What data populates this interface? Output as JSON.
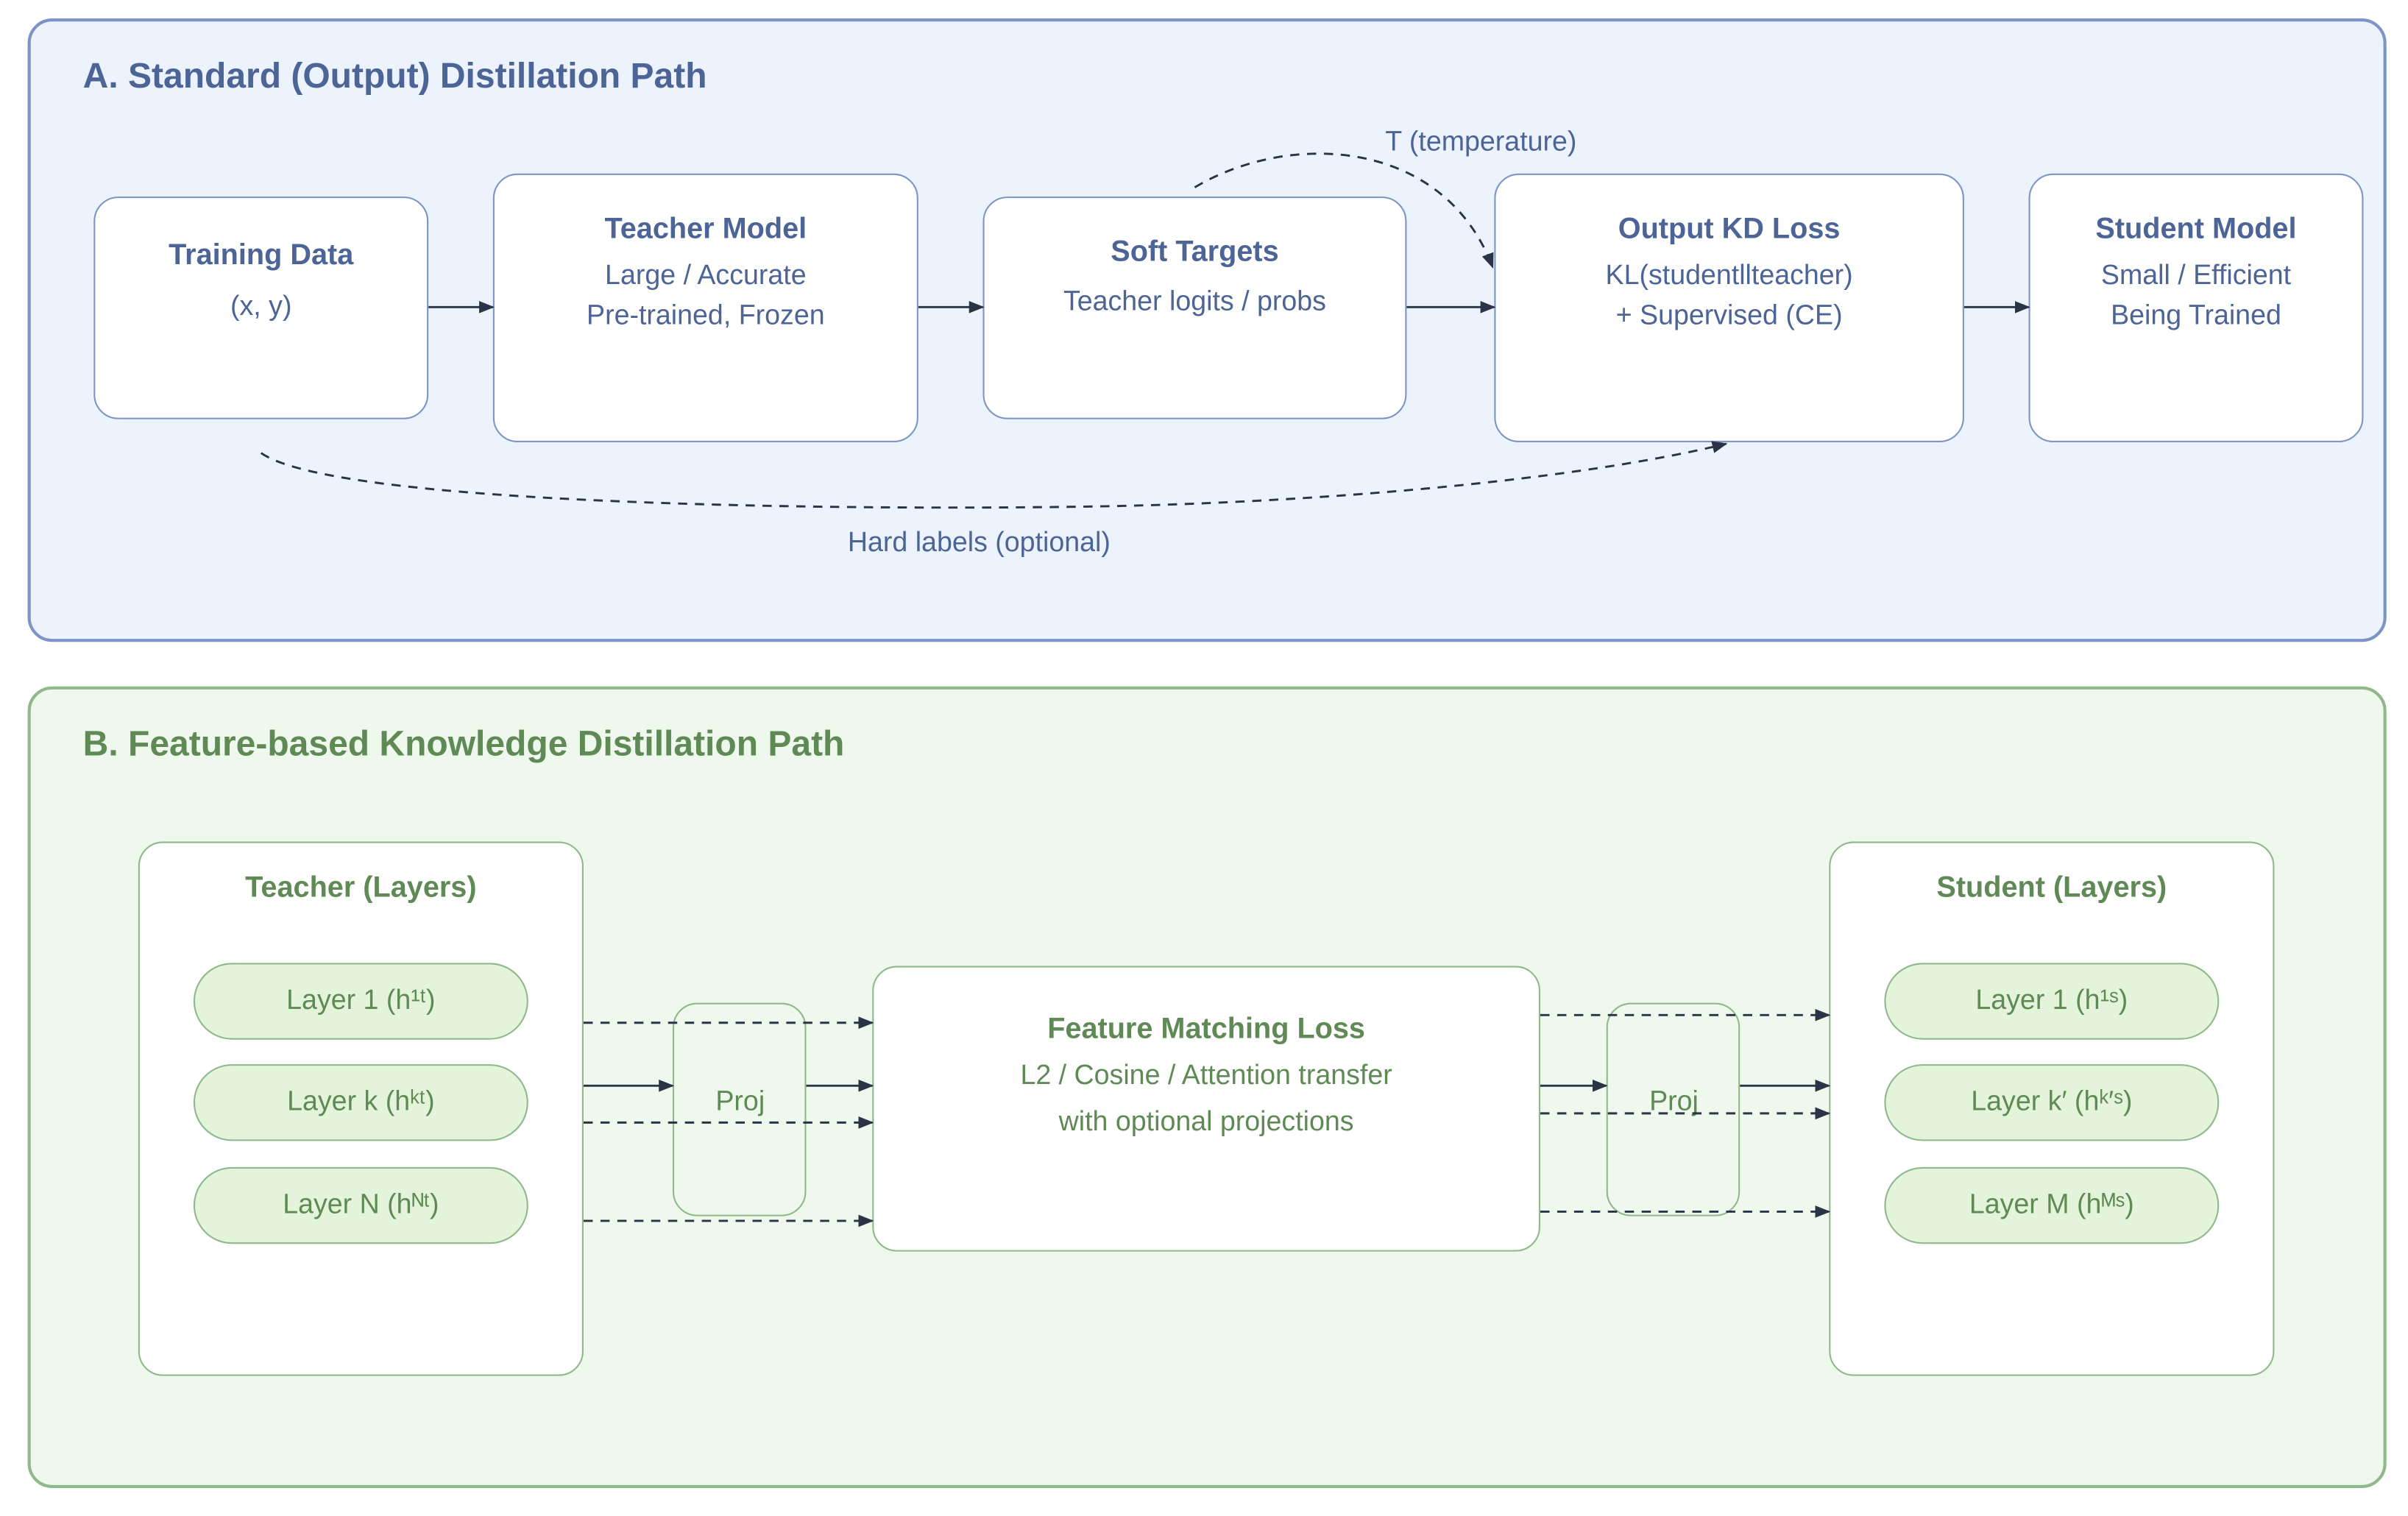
{
  "colors": {
    "panel_a_fill": "#ecf3fc",
    "panel_a_stroke": "#7c95c4",
    "panel_a_text": "#4d6496",
    "panel_b_fill": "#eef8ec",
    "panel_b_stroke": "#8fb98a",
    "panel_b_text": "#5f8a55",
    "pill_fill": "#e3f4da",
    "arrow": "#2b3446"
  },
  "panel_a": {
    "title": "A. Standard (Output) Distillation Path",
    "training_data": {
      "title": "Training Data",
      "line1": "(x, y)"
    },
    "teacher_model": {
      "title": "Teacher Model",
      "line1": "Large / Accurate",
      "line2": "Pre-trained, Frozen"
    },
    "soft_targets": {
      "title": "Soft Targets",
      "line1": "Teacher logits / probs"
    },
    "output_kd_loss": {
      "title": "Output KD Loss",
      "line1": "KL(studentllteacher)",
      "line2": "+ Supervised (CE)"
    },
    "student_model": {
      "title": "Student Model",
      "line1": "Small / Efficient",
      "line2": "Being Trained"
    },
    "temperature_label": "T (temperature)",
    "hard_labels_label": "Hard labels (optional)"
  },
  "panel_b": {
    "title": "B. Feature-based Knowledge Distillation Path",
    "teacher_layers": {
      "title": "Teacher (Layers)",
      "layers": [
        "Layer 1 (h¹ᵗ)",
        "Layer k (hᵏᵗ)",
        "Layer N (hᴺᵗ)"
      ]
    },
    "student_layers": {
      "title": "Student (Layers)",
      "layers": [
        "Layer 1 (h¹ˢ)",
        "Layer k′ (hᵏ′ˢ)",
        "Layer M (hᴹˢ)"
      ]
    },
    "proj_left": "Proj",
    "proj_right": "Proj",
    "feature_loss": {
      "title": "Feature Matching Loss",
      "line1": "L2 / Cosine / Attention transfer",
      "line2": "with optional projections"
    }
  }
}
